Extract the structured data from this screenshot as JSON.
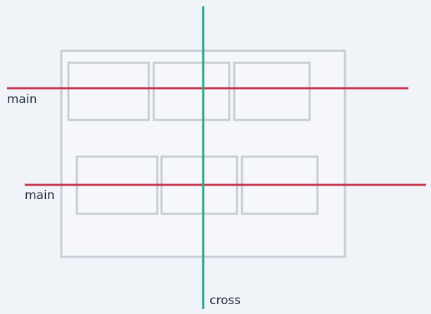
{
  "labels": {
    "main_top": "main",
    "main_bottom": "main",
    "cross": "cross"
  },
  "colors": {
    "background": "#f0f4f9",
    "box_border": "#c7cdd4",
    "box_fill": "#f5f7fa",
    "main_axis": "#c8344f",
    "cross_axis": "#22a98a",
    "text": "#1f2a35"
  }
}
